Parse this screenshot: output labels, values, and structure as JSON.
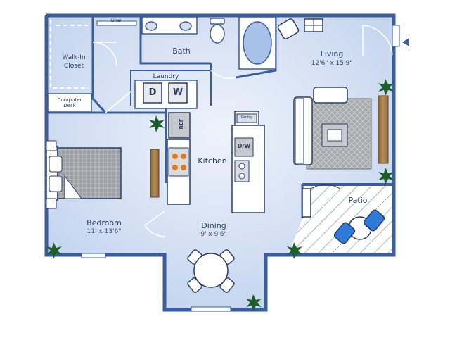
{
  "rooms": {
    "walk_in_closet": "Walk-In\nCloset",
    "linen": "Linen",
    "bath": "Bath",
    "laundry": "Laundry",
    "computer_desk": "Computer\nDesk",
    "living": "Living",
    "living_dim": "12'6\" x 15'9\"",
    "kitchen": "Kitchen",
    "bedroom": "Bedroom",
    "bedroom_dim": "11' x 13'6\"",
    "dining": "Dining",
    "dining_dim": "9' x 9'6\"",
    "patio": "Patio"
  },
  "appliances": {
    "dryer": "D",
    "washer": "W",
    "refrigerator": "REF",
    "dishwasher": "D/W",
    "pantry": "Pantry"
  },
  "colors": {
    "wall": "#3b5d9a",
    "floor": "#cddaf0",
    "floor_light": "#e4ecf8",
    "patio_line": "#6f7a86"
  }
}
